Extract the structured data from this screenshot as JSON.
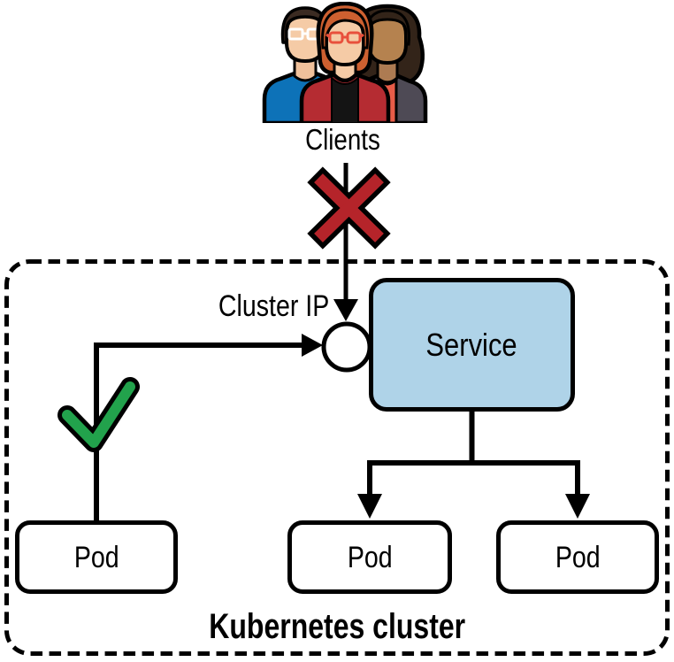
{
  "diagram": {
    "clients_label": "Clients",
    "cluster_ip_label": "Cluster IP",
    "service_label": "Service",
    "pods": [
      {
        "label": "Pod"
      },
      {
        "label": "Pod"
      },
      {
        "label": "Pod"
      }
    ],
    "cluster_title": "Kubernetes cluster"
  },
  "icons": {
    "clients_illustration": "three-people-group-icon",
    "blocked_marker": "red-x-icon",
    "allowed_marker": "green-check-icon",
    "cluster_ip_endpoint": "circle-endpoint-icon"
  },
  "colors": {
    "service_fill": "#afd3e8",
    "blocked_x_red": "#b5242a",
    "allowed_check_green": "#22a24c",
    "outline_black": "#000000",
    "client_shirt_blue": "#0d72b8",
    "client_jacket_red": "#b52c32",
    "client_jacket_gray": "#4e4a55"
  }
}
